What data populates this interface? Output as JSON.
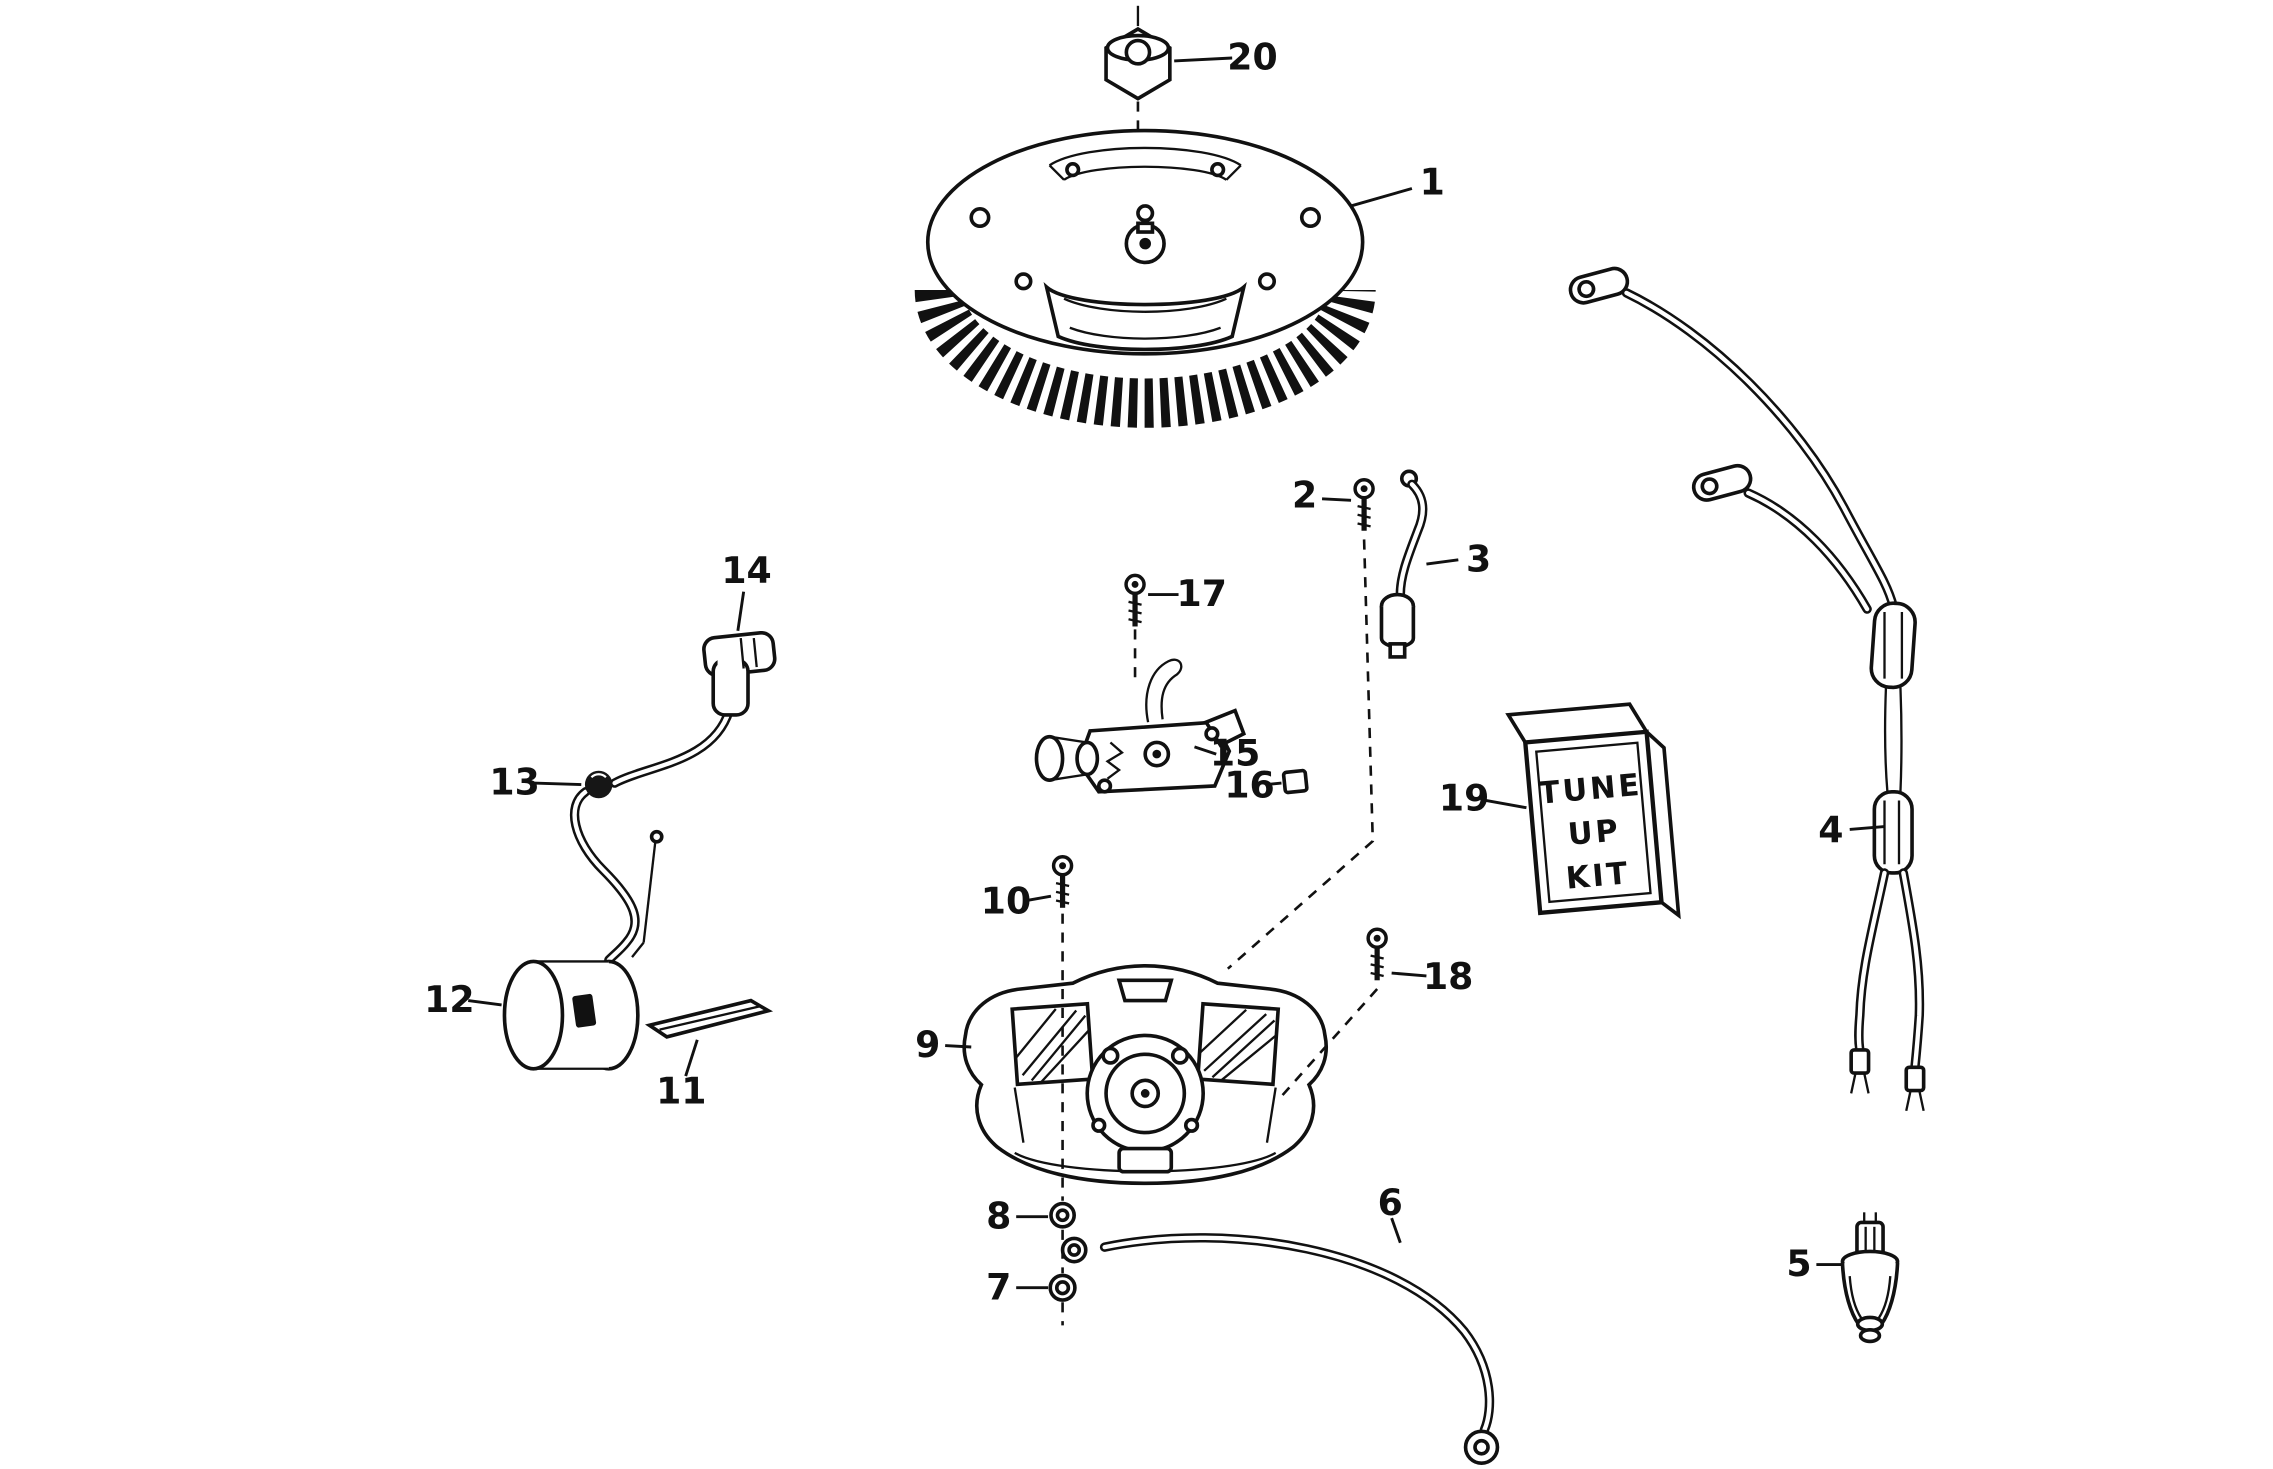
{
  "diagram": {
    "subject": "flywheel-magneto-exploded-parts-diagram",
    "part_labels": [
      "1",
      "2",
      "3",
      "4",
      "5",
      "6",
      "7",
      "8",
      "9",
      "10",
      "11",
      "12",
      "13",
      "14",
      "15",
      "16",
      "17",
      "18",
      "19",
      "20"
    ],
    "kit_box": {
      "line1": "TUNE",
      "line2": "UP",
      "line3": "KIT"
    },
    "colors": {
      "ink": "#111111",
      "paper": "#ffffff"
    }
  }
}
